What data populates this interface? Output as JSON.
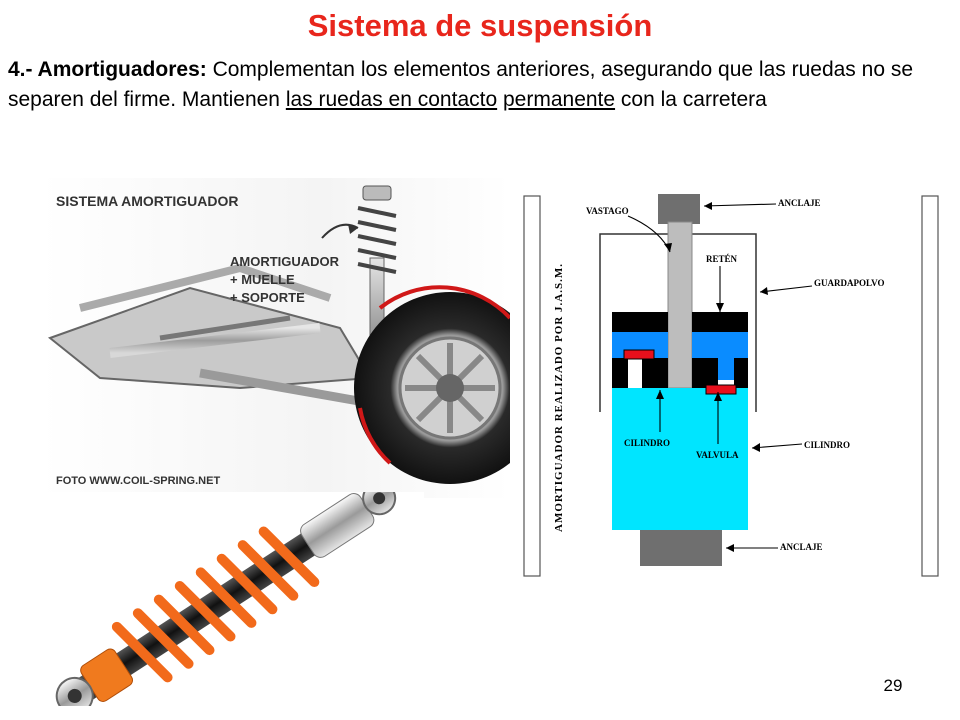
{
  "slide": {
    "title": "Sistema de suspensión",
    "paragraph": {
      "lead": "4.- Amortiguadores:",
      "text_1": " Complementan los elementos anteriores, asegurando que las ruedas no se separen del firme. Mantienen ",
      "underlined_1": "las ruedas en contacto",
      "space": " ",
      "underlined_2": "permanente",
      "text_2": " con la carretera"
    },
    "page_number": "29"
  },
  "photo_assembly": {
    "heading": "SISTEMA AMORTIGUADOR",
    "callout_line1": "AMORTIGUADOR",
    "callout_line2": "+ MUELLE",
    "callout_line3": "+ SOPORTE",
    "credit": "FOTO WWW.COIL-SPRING.NET"
  },
  "diagram": {
    "side_caption": "AMORTIGUADOR REALIZADO POR J.A.S.M.",
    "labels": {
      "vastago": "VASTAGO",
      "anclaje_top": "ANCLAJE",
      "reten": "RETÉN",
      "guardapolvo": "GUARDAPOLVO",
      "cilindro_left": "CILINDRO",
      "valvula": "VALVULA",
      "cilindro_right": "CILINDRO",
      "anclaje_bottom": "ANCLAJE"
    },
    "colors": {
      "fluid": "#00e5ff",
      "seal": "#000000",
      "valve_blue": "#0a8cff",
      "valve_red": "#e8101c",
      "rod": "#bdbdbd",
      "anchor": "#6f6f6f"
    }
  },
  "colors": {
    "title": "#e8261c",
    "coil_spring": "#f26a1b"
  }
}
